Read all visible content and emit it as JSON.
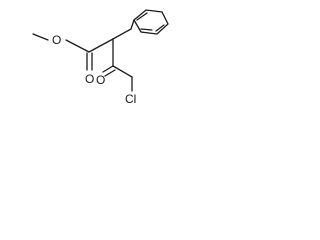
{
  "structure": {
    "atoms": {
      "ester_oxygen": "O",
      "carbonyl_oxygen_ester": "O",
      "ketone_oxygen": "O",
      "chlorine": "Cl"
    }
  }
}
